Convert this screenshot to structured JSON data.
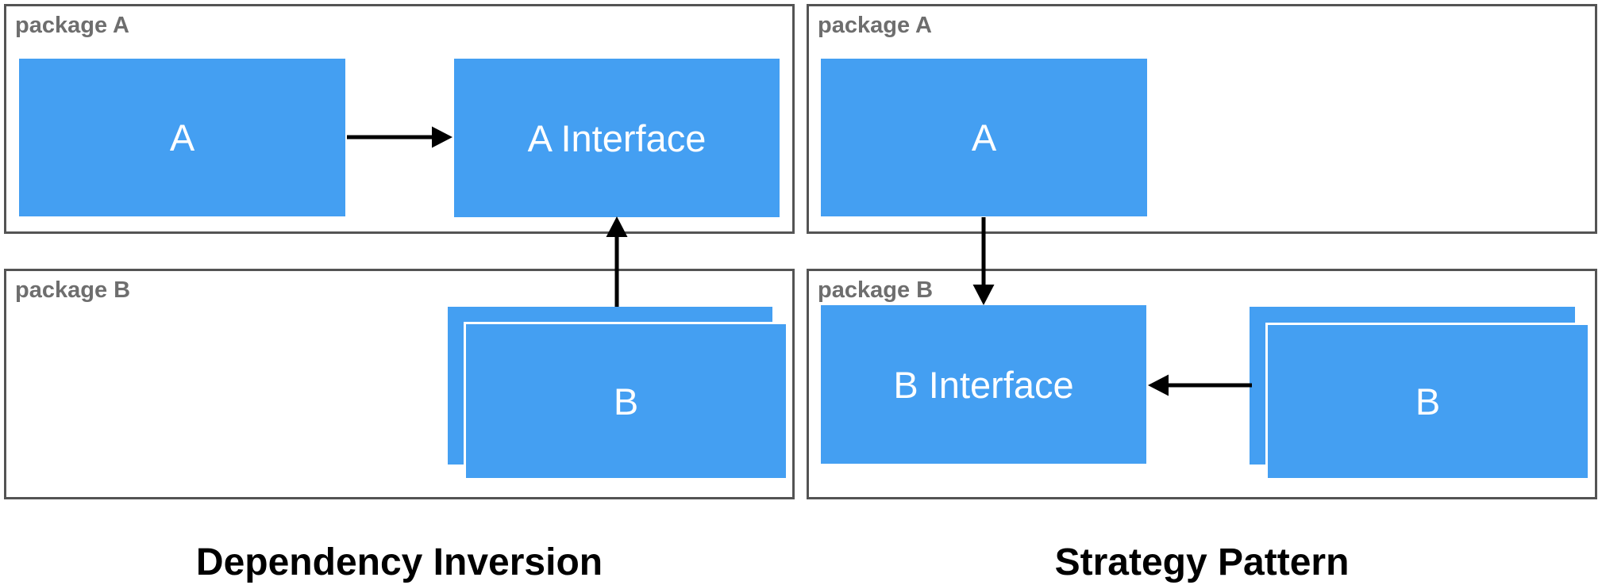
{
  "colors": {
    "background": "#FFFFFF",
    "box_fill": "#449FF2",
    "box_text": "#FFFFFF",
    "package_border": "#545454",
    "package_label": "#6E6E6E",
    "arrow": "#000000",
    "title_text": "#000000"
  },
  "left_diagram": {
    "title": "Dependency Inversion",
    "package_a_label": "package A",
    "package_b_label": "package B",
    "box_a_label": "A",
    "box_a_interface_label": "A Interface",
    "box_b_label": "B"
  },
  "right_diagram": {
    "title": "Strategy Pattern",
    "package_a_label": "package A",
    "package_b_label": "package B",
    "box_a_label": "A",
    "box_b_interface_label": "B Interface",
    "box_b_label": "B"
  }
}
